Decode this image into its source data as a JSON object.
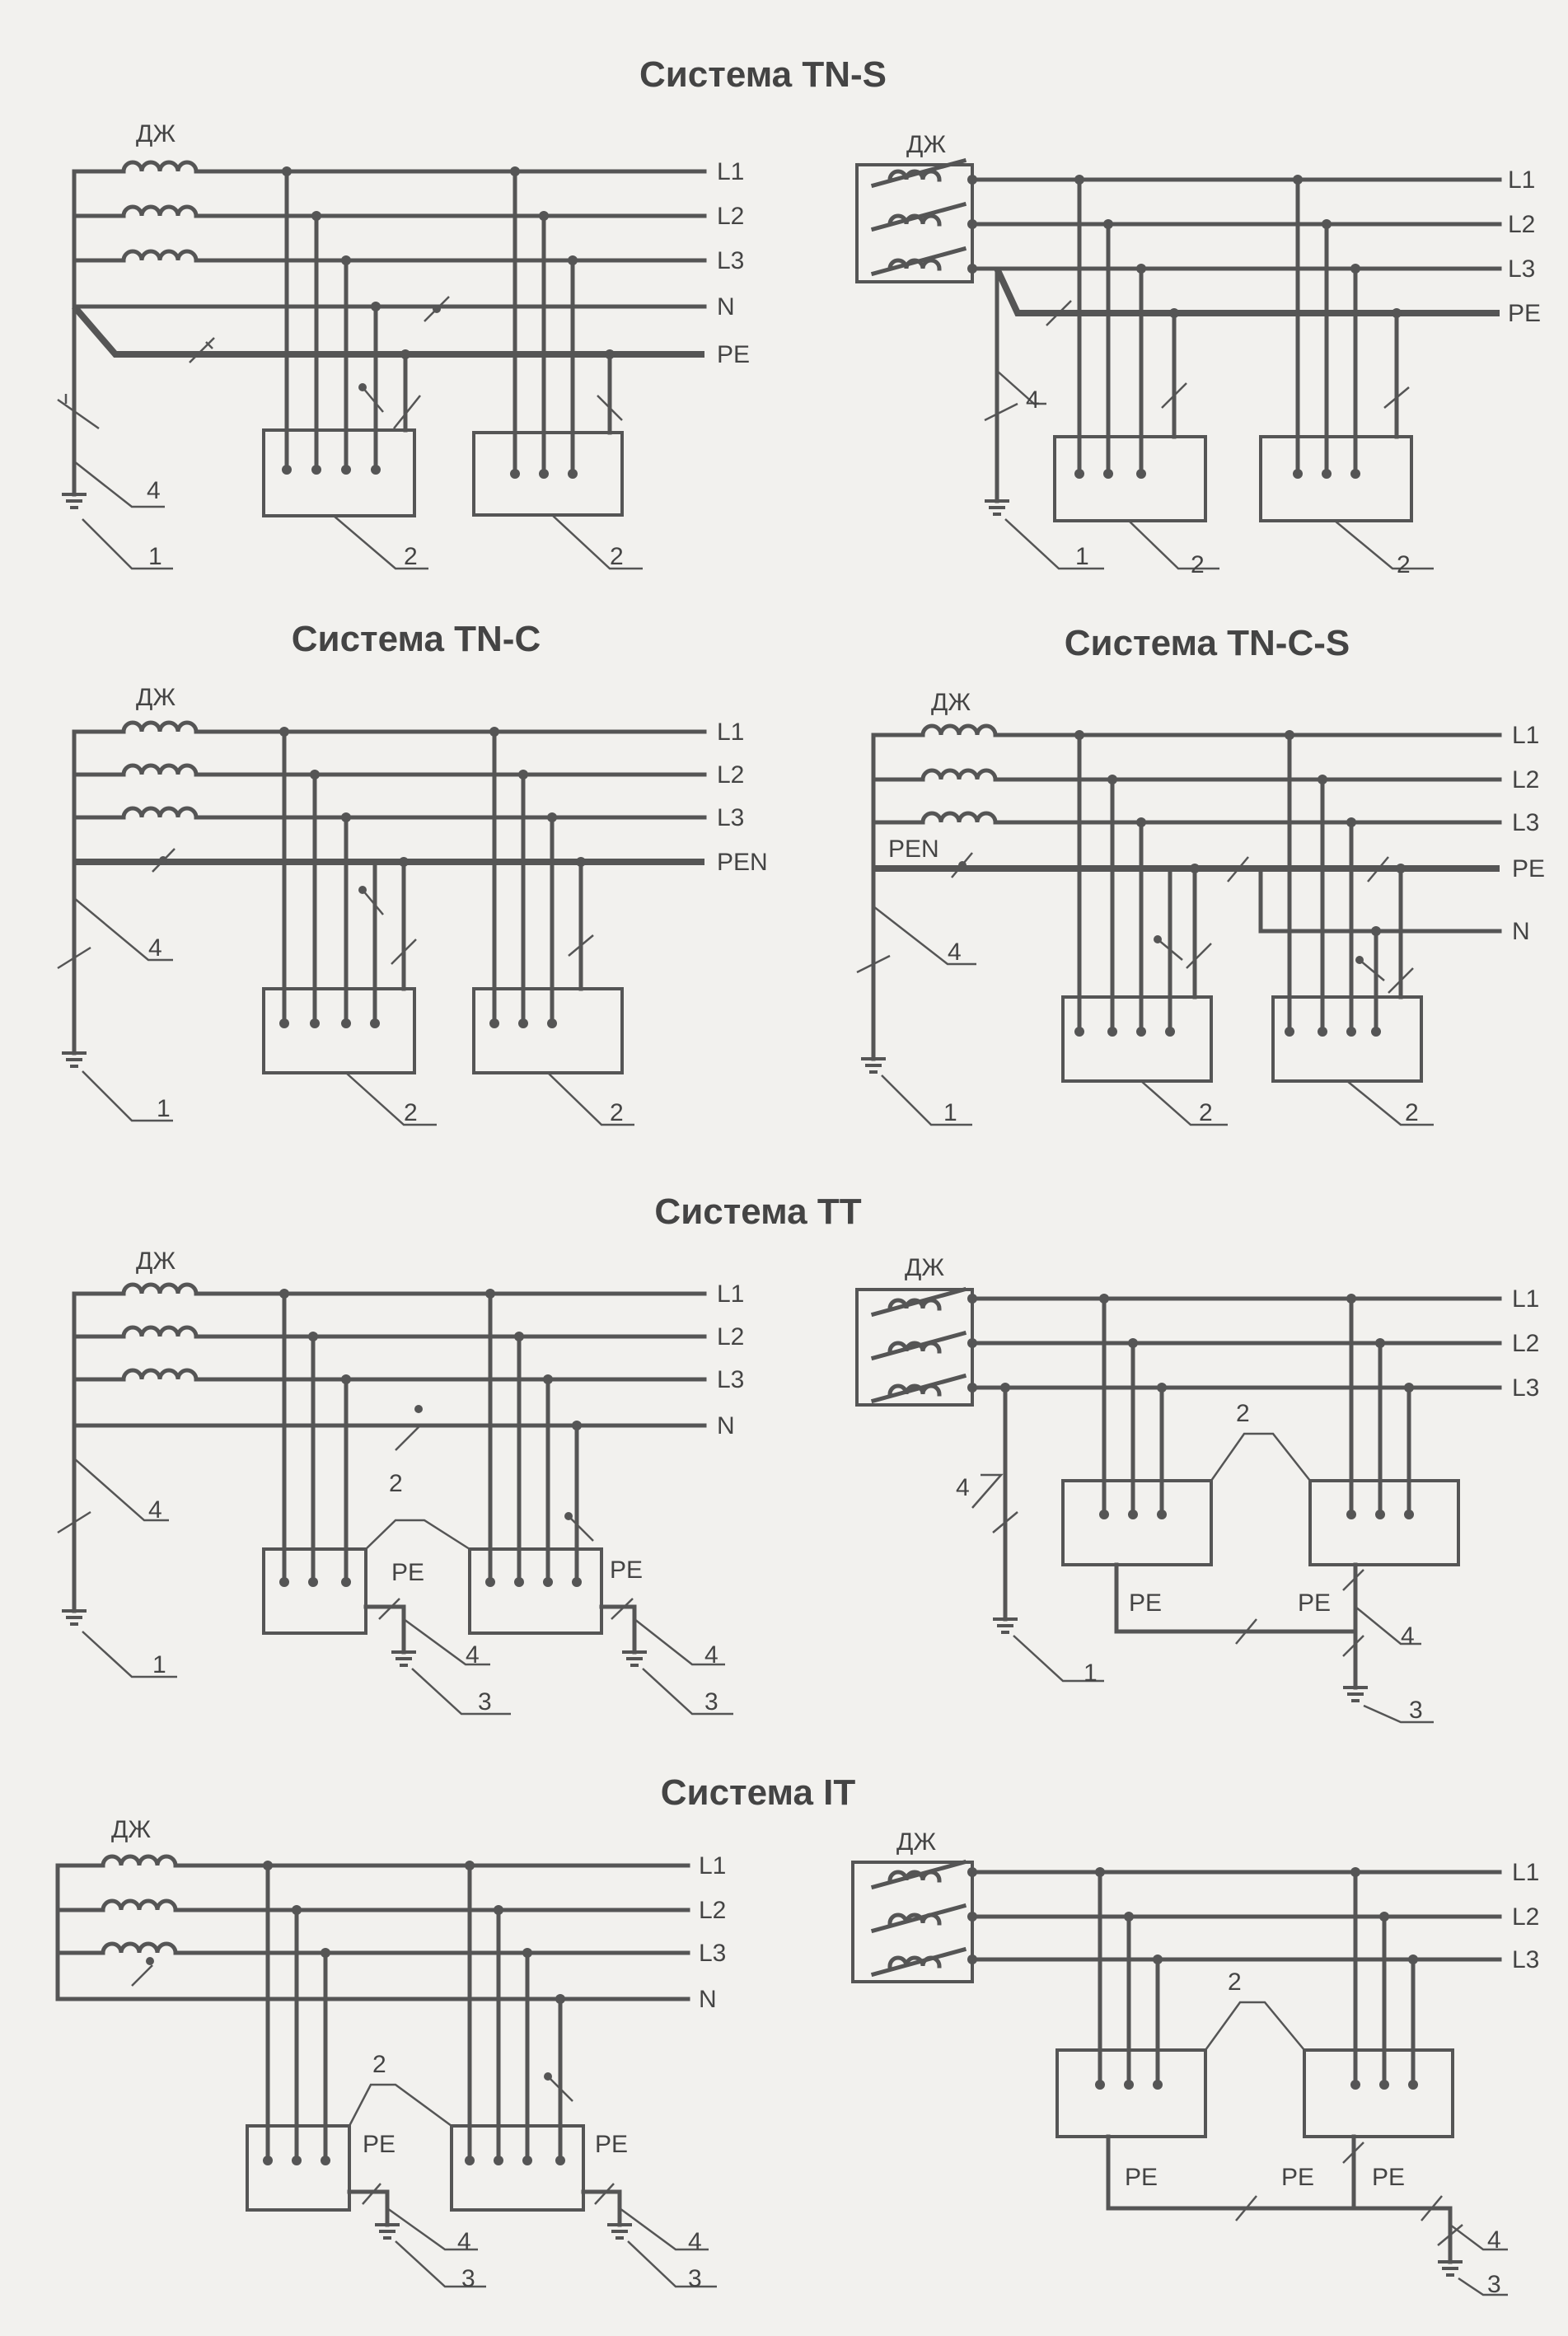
{
  "titles": {
    "tn_s": "Система TN-S",
    "tn_c": "Система TN-C",
    "tn_c_s": "Система TN-C-S",
    "tt": "Система TT",
    "it": "Система IT"
  },
  "labels": {
    "choke": "ДЖ",
    "l1": "L1",
    "l2": "L2",
    "l3": "L3",
    "n": "N",
    "pe": "PE",
    "pen": "PEN"
  },
  "callouts": {
    "ground": "1",
    "load": "2",
    "local_ground": "3",
    "earth_conductor": "4"
  },
  "colors": {
    "ink": "#555555",
    "paper": "#f2f1ee"
  }
}
